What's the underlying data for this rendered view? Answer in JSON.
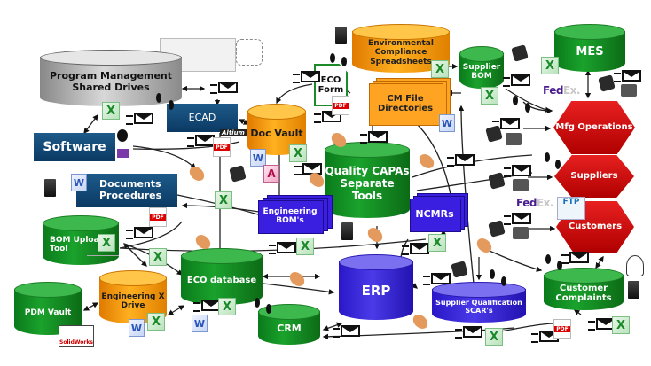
{
  "diagram": {
    "title": "Disconnected engineering / change management data landscape",
    "nodes": {
      "program_mgmt": "Program Management Shared Drives",
      "ecad": "ECAD",
      "software": "Software",
      "documents": "Documents Procedures",
      "doc_vault": "Doc Vault",
      "eco_form": "ECO Form",
      "env_compliance": "Environmental Compliance Spreadsheets",
      "cm_file": "CM File Directories",
      "supplier_bom": "Supplier BOM",
      "mes": "MES",
      "quality_capas": "Quality CAPAs Separate Tools",
      "engineering_bom": "Engineering BOM's",
      "ncmrs": "NCMRs",
      "bom_upload": "BOM Upload Tool",
      "eco_database": "ECO database",
      "erp": "ERP",
      "pdm_vault": "PDM Vault",
      "eng_x_drive": "Engineering X Drive",
      "crm": "CRM",
      "supplier_qual": "Supplier Qualification SCAR's",
      "customer_complaints": "Customer Complaints",
      "mfg_operations": "Mfg Operations",
      "suppliers": "Suppliers",
      "customers": "Customers"
    },
    "logos": {
      "fedex_fed": "Fed",
      "fedex_ex": "Ex.",
      "ftp": "FTP",
      "altium": "Altium",
      "solidworks": "SolidWorks",
      "pdf": "PDF",
      "adobe": "Adobe",
      "excel": "X",
      "word": "W",
      "access": "A"
    },
    "colors": {
      "green": "#1aa22c",
      "orange": "#ffb020",
      "navy": "#0b3a63",
      "purple": "#3b1fe0",
      "red": "#d01010",
      "gray": "#c8c8c8"
    }
  }
}
